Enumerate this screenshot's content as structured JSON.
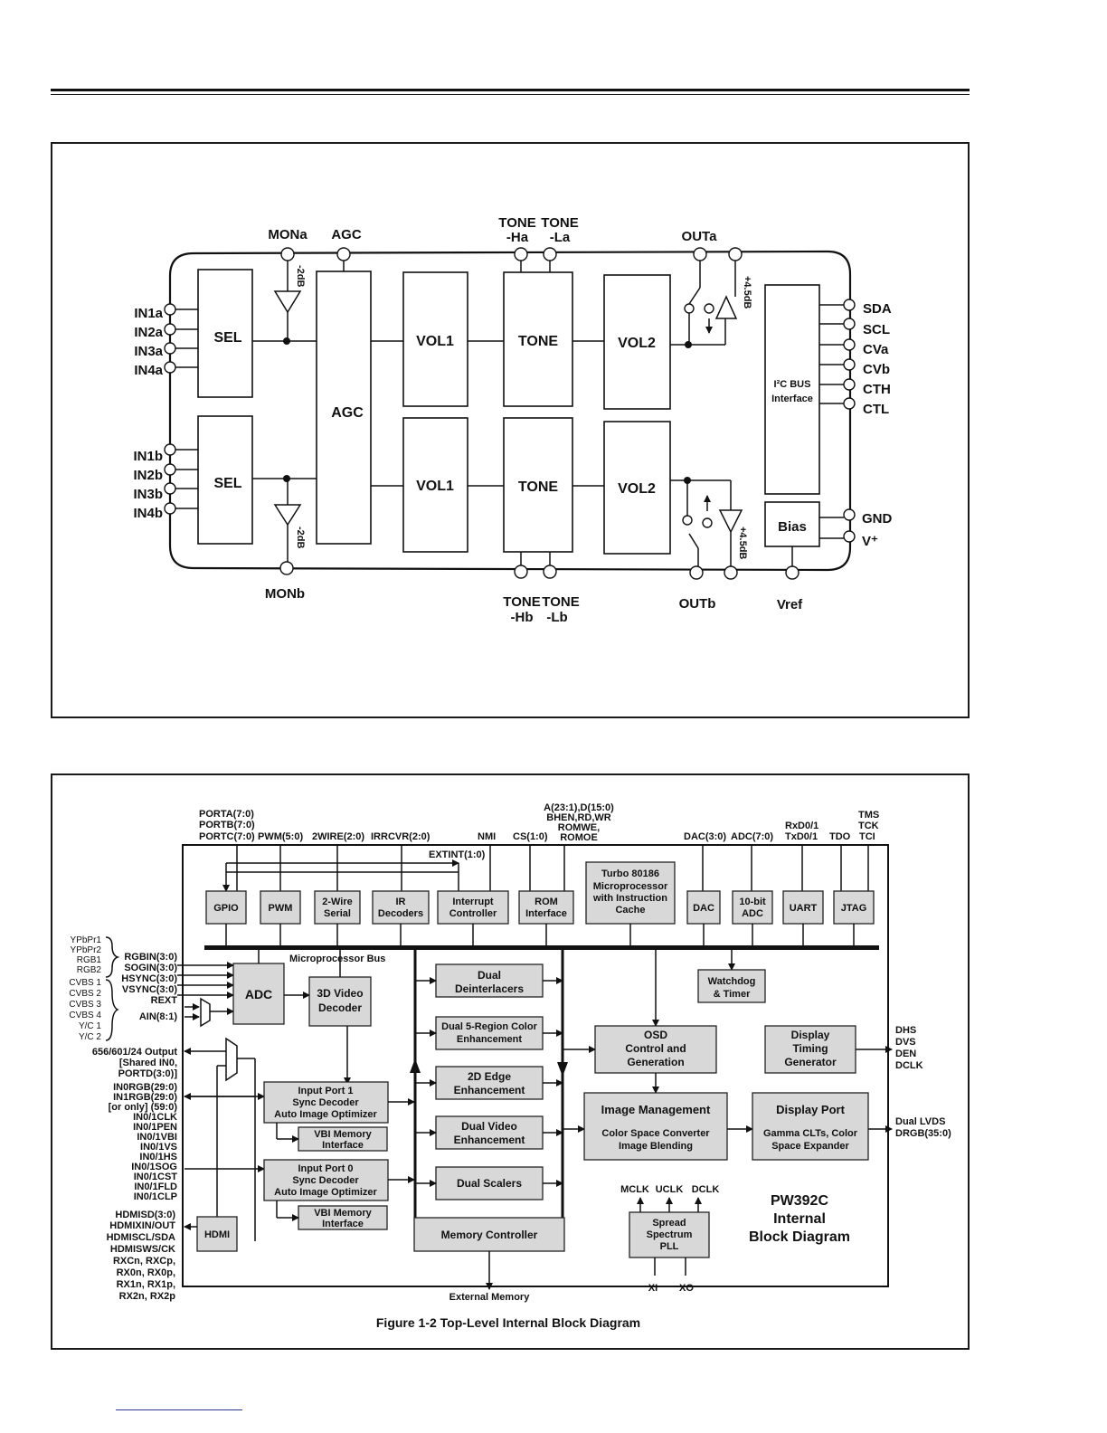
{
  "audio": {
    "mona": "MONa",
    "agc_top": "AGC",
    "tone_ha_1": "TONE",
    "tone_ha_2": "-Ha",
    "tone_la_1": "TONE",
    "tone_la_2": "-La",
    "outa": "OUTa",
    "gain_a_mon": "-2dB",
    "gain_b_mon": "-2dB",
    "gain_a_out": "+4.5dB",
    "gain_b_out": "+4.5dB",
    "in_a": [
      "IN1a",
      "IN2a",
      "IN3a",
      "IN4a"
    ],
    "in_b": [
      "IN1b",
      "IN2b",
      "IN3b",
      "IN4b"
    ],
    "sel": "SEL",
    "agc": "AGC",
    "vol1": "VOL1",
    "tone": "TONE",
    "vol2": "VOL2",
    "i2c_1": "I²C BUS",
    "i2c_2": "Interface",
    "right_pins": [
      "SDA",
      "SCL",
      "CVa",
      "CVb",
      "CTH",
      "CTL"
    ],
    "bias": "Bias",
    "gnd": "GND",
    "vplus": "V⁺",
    "monb": "MONb",
    "tone_hb_1": "TONE",
    "tone_hb_2": "-Hb",
    "tone_lb_1": "TONE",
    "tone_lb_2": "-Lb",
    "outb": "OUTb",
    "vref": "Vref"
  },
  "video": {
    "top_labels": {
      "porta": "PORTA(7:0)",
      "portb": "PORTB(7:0)",
      "portc": "PORTC(7:0)",
      "pwm": "PWM(5:0)",
      "wire": "2WIRE(2:0)",
      "irr": "IRRCVR(2:0)",
      "nmi": "NMI",
      "cs": "CS(1:0)",
      "addr1": "A(23:1),D(15:0)",
      "addr2": "BHEN,RD,WR",
      "addr3": "ROMWE,",
      "addr4": "ROMOE",
      "extint": "EXTINT(1:0)",
      "dac": "DAC(3:0)",
      "adc": "ADC(7:0)",
      "rx": "RxD0/1",
      "tx": "TxD0/1",
      "tdo": "TDO",
      "tms": "TMS",
      "tck": "TCK",
      "tci": "TCI"
    },
    "peripherals": {
      "gpio": "GPIO",
      "pwm": "PWM",
      "wire_1": "2-Wire",
      "wire_2": "Serial",
      "ir_1": "IR",
      "ir_2": "Decoders",
      "int_1": "Interrupt",
      "int_2": "Controller",
      "rom_1": "ROM",
      "rom_2": "Interface",
      "cpu_1": "Turbo 80186",
      "cpu_2": "Microprocessor",
      "cpu_3": "with Instruction",
      "cpu_4": "Cache",
      "dac": "DAC",
      "adc_1": "10-bit",
      "adc_2": "ADC",
      "uart": "UART",
      "jtag": "JTAG"
    },
    "bus": "Microprocessor Bus",
    "left_group1": [
      "YPbPr1",
      "YPbPr2",
      "RGB1",
      "RGB2"
    ],
    "left_group2": [
      "CVBS 1",
      "CVBS 2",
      "CVBS 3",
      "CVBS 4",
      "Y/C 1",
      "Y/C 2"
    ],
    "left_signals1": [
      "RGBIN(3:0)",
      "SOGIN(3:0)",
      "HSYNC(3:0)",
      "VSYNC(3:0)",
      "REXT"
    ],
    "ain": "AIN(8:1)",
    "out656_1": "656/601/24 Output",
    "out656_2": "[Shared IN0,",
    "out656_3": "PORTD(3:0)]",
    "left_signals2": [
      "IN0RGB(29:0)",
      "IN1RGB(29:0)",
      "[or only] (59:0)",
      "IN0/1CLK",
      "IN0/1PEN",
      "IN0/1VBI",
      "IN0/1VS",
      "IN0/1HS",
      "IN0/1SOG",
      "IN0/1CST",
      "IN0/1FLD",
      "IN0/1CLP"
    ],
    "left_signals3": [
      "HDMISD(3:0)",
      "HDMIXIN/OUT",
      "HDMISCL/SDA",
      "HDMISWS/CK",
      "RXCn, RXCp,",
      "RX0n, RX0p,",
      "RX1n, RX1p,",
      "RX2n, RX2p"
    ],
    "blocks": {
      "adc": "ADC",
      "dec_1": "3D Video",
      "dec_2": "Decoder",
      "ip1_1": "Input Port  1",
      "ip1_2": "Sync Decoder",
      "ip1_3": "Auto Image Optimizer",
      "vbi1_1": "VBI Memory",
      "vbi1_2": "Interface",
      "ip0_1": "Input Port  0",
      "ip0_2": "Sync Decoder",
      "ip0_3": "Auto Image Optimizer",
      "vbi0_1": "VBI Memory",
      "vbi0_2": "Interface",
      "hdmi": "HDMI",
      "dd_1": "Dual",
      "dd_2": "Deinterlacers",
      "d5_1": "Dual 5-Region Color",
      "d5_2": "Enhancement",
      "e2d_1": "2D Edge",
      "e2d_2": "Enhancement",
      "dve_1": "Dual Video",
      "dve_2": "Enhancement",
      "ds": "Dual Scalers",
      "mc": "Memory Controller",
      "wd_1": "Watchdog",
      "wd_2": "& Timer",
      "osd_1": "OSD",
      "osd_2": "Control and",
      "osd_3": "Generation",
      "dtg_1": "Display",
      "dtg_2": "Timing",
      "dtg_3": "Generator",
      "im_1": "Image Management",
      "im_2": "Color Space Converter",
      "im_3": "Image Blending",
      "dp_1": "Display Port",
      "dp_2": "Gamma CLTs, Color",
      "dp_3": "Space Expander",
      "pll_1": "Spread",
      "pll_2": "Spectrum",
      "pll_3": "PLL"
    },
    "right_out1": [
      "DHS",
      "DVS",
      "DEN",
      "DCLK"
    ],
    "right_out2": [
      "Dual LVDS",
      "DRGB(35:0)"
    ],
    "clocks": [
      "MCLK",
      "UCLK",
      "DCLK"
    ],
    "xi": "XI",
    "xo": "XO",
    "ext_mem": "External Memory",
    "title_1": "PW392C",
    "title_2": "Internal",
    "title_3": "Block Diagram",
    "caption": "Figure 1-2  Top-Level Internal Block Diagram"
  }
}
